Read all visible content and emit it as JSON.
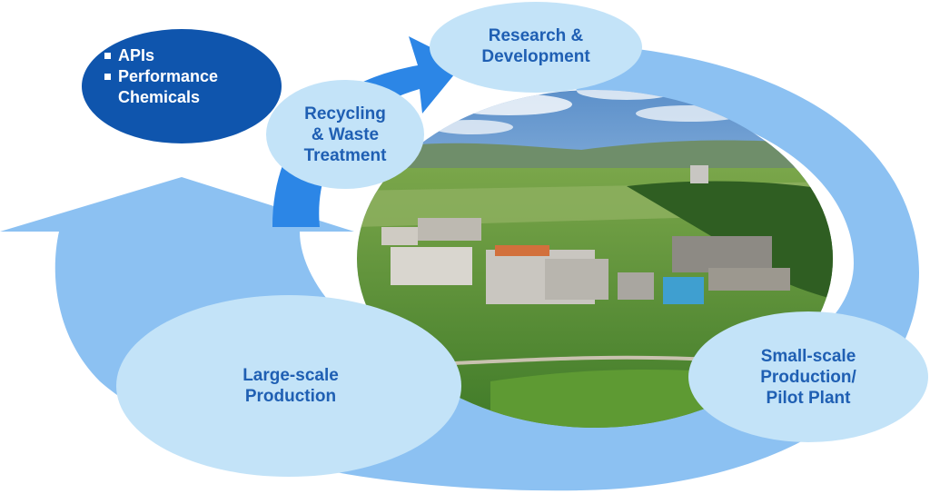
{
  "products": {
    "items": [
      {
        "lines": [
          "APIs"
        ]
      },
      {
        "lines": [
          "Performance",
          "Chemicals"
        ]
      }
    ]
  },
  "stages": {
    "research": {
      "lines": [
        "Research &",
        "Development"
      ]
    },
    "recycling": {
      "lines": [
        "Recycling",
        "& Waste",
        "Treatment"
      ]
    },
    "small_scale": {
      "lines": [
        "Small-scale",
        "Production/",
        "Pilot Plant"
      ]
    },
    "large_scale": {
      "lines": [
        "Large-scale",
        "Production"
      ]
    }
  },
  "colors": {
    "ring_light": "#8cc1f2",
    "ring_mid": "#57a3ec",
    "ring_deep": "#2c86e6",
    "bubble_fill": "#c3e3f8",
    "products_fill": "#0f55ad",
    "label_text": "#1f5fb3"
  },
  "photo": {
    "icon": "industrial-site-aerial-photo"
  }
}
